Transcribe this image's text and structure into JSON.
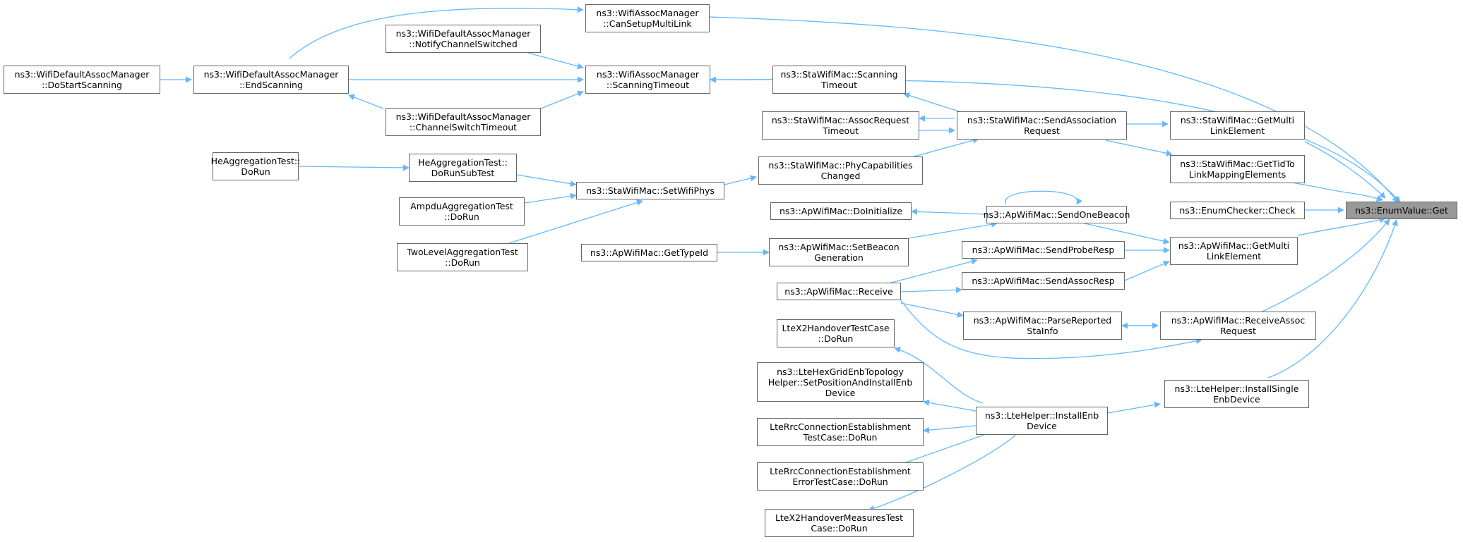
{
  "graph": {
    "style": {
      "edge_color": "#63b8ff",
      "root_fill": "#999999",
      "node_border": "#666666"
    },
    "nodes": {
      "get": "ns3::EnumValue::Get",
      "can_setup_multilink": "ns3::WifiAssocManager\n::CanSetupMultiLink",
      "do_start_scanning": "ns3::WifiDefaultAssocManager\n::DoStartScanning",
      "end_scanning": "ns3::WifiDefaultAssocManager\n::EndScanning",
      "notify_channel_switched": "ns3::WifiDefaultAssocManager\n::NotifyChannelSwitched",
      "scanning_timeout": "ns3::WifiAssocManager\n::ScanningTimeout",
      "channel_switch_timeout": "ns3::WifiDefaultAssocManager\n::ChannelSwitchTimeout",
      "sta_scanning_timeout": "ns3::StaWifiMac::Scanning\nTimeout",
      "assoc_request_timeout": "ns3::StaWifiMac::AssocRequest\nTimeout",
      "send_association_request": "ns3::StaWifiMac::SendAssociation\nRequest",
      "sta_get_multilink_element": "ns3::StaWifiMac::GetMulti\nLinkElement",
      "get_tid_to_link_mapping": "ns3::StaWifiMac::GetTidTo\nLinkMappingElements",
      "enum_checker_check": "ns3::EnumChecker::Check",
      "he_aggregation_test_dorun": "HeAggregationTest::\nDoRun",
      "he_aggregation_test_dorunsubtest": "HeAggregationTest::\nDoRunSubTest",
      "ampdu_aggregation_test_dorun": "AmpduAggregationTest\n::DoRun",
      "two_level_aggregation_test_dorun": "TwoLevelAggregationTest\n::DoRun",
      "set_wifi_phys": "ns3::StaWifiMac::SetWifiPhys",
      "phy_capabilities_changed": "ns3::StaWifiMac::PhyCapabilities\nChanged",
      "ap_do_initialize": "ns3::ApWifiMac::DoInitialize",
      "send_one_beacon": "ns3::ApWifiMac::SendOneBeacon",
      "ap_get_type_id": "ns3::ApWifiMac::GetTypeId",
      "set_beacon_generation": "ns3::ApWifiMac::SetBeacon\nGeneration",
      "send_probe_resp": "ns3::ApWifiMac::SendProbeResp",
      "ap_get_multilink_element": "ns3::ApWifiMac::GetMulti\nLinkElement",
      "ap_receive": "ns3::ApWifiMac::Receive",
      "send_assoc_resp": "ns3::ApWifiMac::SendAssocResp",
      "parse_reported_sta_info": "ns3::ApWifiMac::ParseReported\nStaInfo",
      "receive_assoc_request": "ns3::ApWifiMac::ReceiveAssoc\nRequest",
      "lte_x2_handover_test_dorun": "LteX2HandoverTestCase\n::DoRun",
      "lte_hex_grid_set_position": "ns3::LteHexGridEnbTopology\nHelper::SetPositionAndInstallEnb\nDevice",
      "lte_rrc_conn_est_test_dorun": "LteRrcConnectionEstablishment\nTestCase::DoRun",
      "lte_rrc_conn_est_error_test_dorun": "LteRrcConnectionEstablishment\nErrorTestCase::DoRun",
      "lte_x2_handover_measures_test_dorun": "LteX2HandoverMeasuresTest\nCase::DoRun",
      "install_enb_device": "ns3::LteHelper::InstallEnb\nDevice",
      "install_single_enb_device": "ns3::LteHelper::InstallSingle\nEnbDevice"
    }
  }
}
